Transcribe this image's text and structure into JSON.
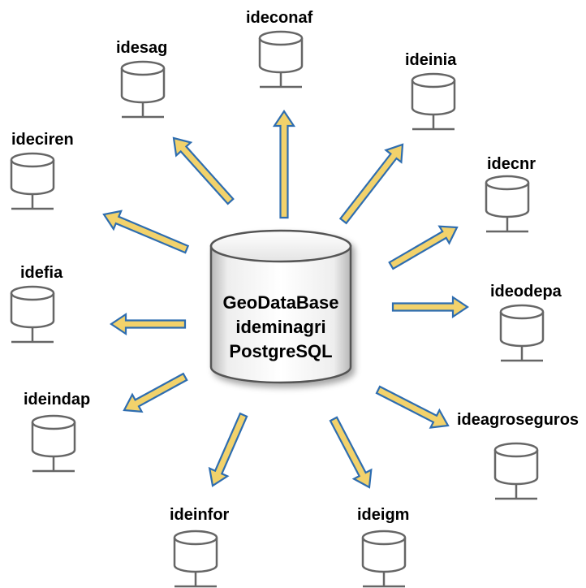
{
  "colors": {
    "arrow_fill": "#f2d26b",
    "arrow_stroke": "#2e6db0",
    "db_icon_stroke": "#666666",
    "center_stroke": "#555555",
    "text": "#000000"
  },
  "center": {
    "icon": "database-icon",
    "lines": [
      "GeoDataBase",
      "ideminagri",
      "PostgreSQL"
    ]
  },
  "nodes": [
    {
      "id": "ideconaf",
      "label": "ideconaf",
      "icon": "database-icon"
    },
    {
      "id": "ideinia",
      "label": "ideinia",
      "icon": "database-icon"
    },
    {
      "id": "idecnr",
      "label": "idecnr",
      "icon": "database-icon"
    },
    {
      "id": "ideodepa",
      "label": "ideodepa",
      "icon": "database-icon"
    },
    {
      "id": "ideagroseguros",
      "label": "ideagroseguros",
      "icon": "database-icon"
    },
    {
      "id": "ideigm",
      "label": "ideigm",
      "icon": "database-icon"
    },
    {
      "id": "ideinfor",
      "label": "ideinfor",
      "icon": "database-icon"
    },
    {
      "id": "ideindap",
      "label": "ideindap",
      "icon": "database-icon"
    },
    {
      "id": "idefia",
      "label": "idefia",
      "icon": "database-icon"
    },
    {
      "id": "ideciren",
      "label": "ideciren",
      "icon": "database-icon"
    },
    {
      "id": "idesag",
      "label": "idesag",
      "icon": "database-icon"
    }
  ]
}
